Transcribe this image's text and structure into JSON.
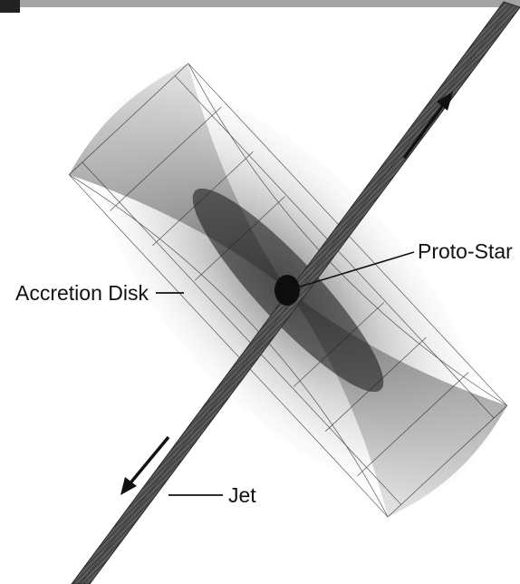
{
  "figure": {
    "labels": {
      "accretion_disk": "Accretion Disk",
      "proto_star": "Proto-Star",
      "jet": "Jet"
    },
    "colors": {
      "ink": "#111111",
      "disk_shade": "#3a3a3a",
      "jet_fill": "#4a4a4a",
      "background": "#ffffff"
    },
    "jet_flow_direction": "bipolar outflow along the rotation axis"
  }
}
